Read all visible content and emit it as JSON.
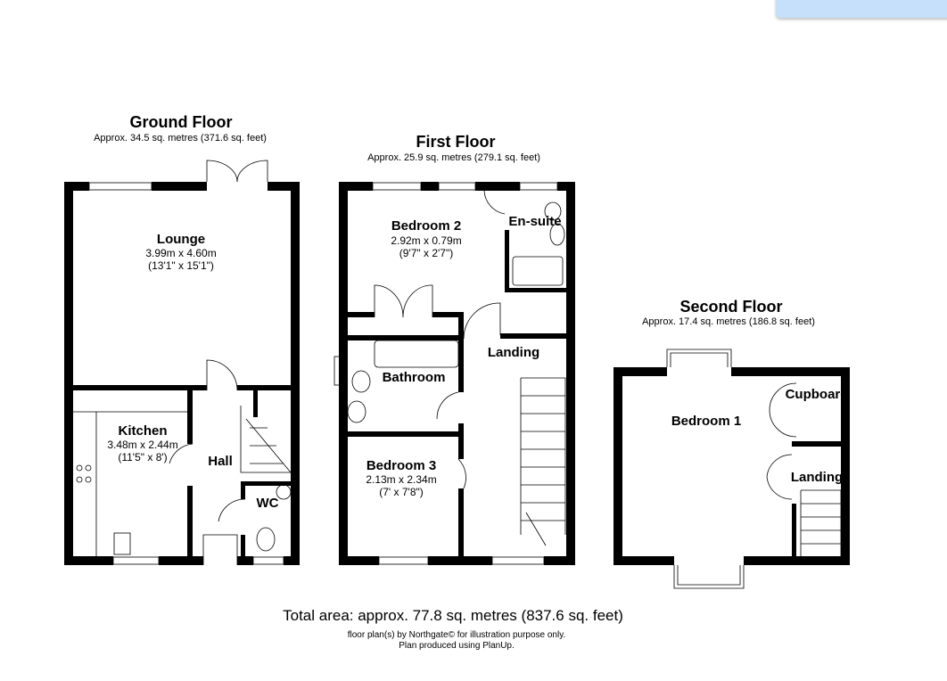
{
  "floors": [
    {
      "title": "Ground Floor",
      "area": "Approx. 34.5 sq. metres (371.6 sq. feet)",
      "rooms": [
        {
          "name": "Lounge",
          "metric": "3.99m x 4.60m",
          "imperial": "(13'1\" x 15'1\")"
        },
        {
          "name": "Kitchen",
          "metric": "3.48m x 2.44m",
          "imperial": "(11'5\" x 8')"
        },
        {
          "name": "Hall"
        },
        {
          "name": "WC"
        }
      ]
    },
    {
      "title": "First Floor",
      "area": "Approx. 25.9 sq. metres (279.1 sq. feet)",
      "rooms": [
        {
          "name": "Bedroom 2",
          "metric": "2.92m x 0.79m",
          "imperial": "(9'7\" x 2'7\")"
        },
        {
          "name": "En-suite"
        },
        {
          "name": "Landing"
        },
        {
          "name": "Bathroom"
        },
        {
          "name": "Bedroom 3",
          "metric": "2.13m x 2.34m",
          "imperial": "(7' x 7'8\")"
        }
      ]
    },
    {
      "title": "Second Floor",
      "area": "Approx. 17.4 sq. metres (186.8 sq. feet)",
      "rooms": [
        {
          "name": "Bedroom 1"
        },
        {
          "name": "Cupboard"
        },
        {
          "name": "Landing"
        }
      ]
    }
  ],
  "total_area": "Total area: approx. 77.8 sq. metres (837.6 sq. feet)",
  "disclaimer": "floor plan(s) by Northgate© for illustration purpose only.",
  "produced_by": "Plan produced using PlanUp."
}
